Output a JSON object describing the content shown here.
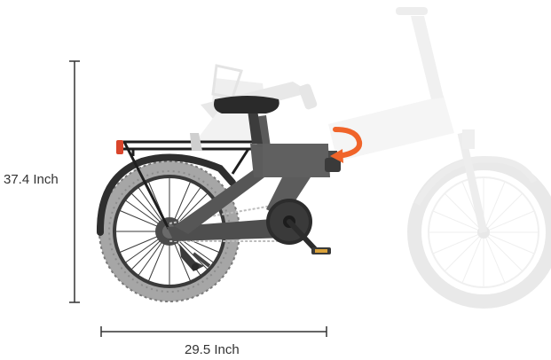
{
  "dimensions": {
    "height_label": "37.4 Inch",
    "width_label": "29.5 Inch"
  },
  "colors": {
    "frame_folded": "#5a5a5a",
    "frame_unfolded": "#e6e6e6",
    "tire": "#9a9a9a",
    "tire_dark": "#3d3d3d",
    "fold_arrow": "#f0642a",
    "dimension_line": "#333333"
  },
  "icons": {
    "fold_arrow": "curved-orange-fold-arrow"
  }
}
